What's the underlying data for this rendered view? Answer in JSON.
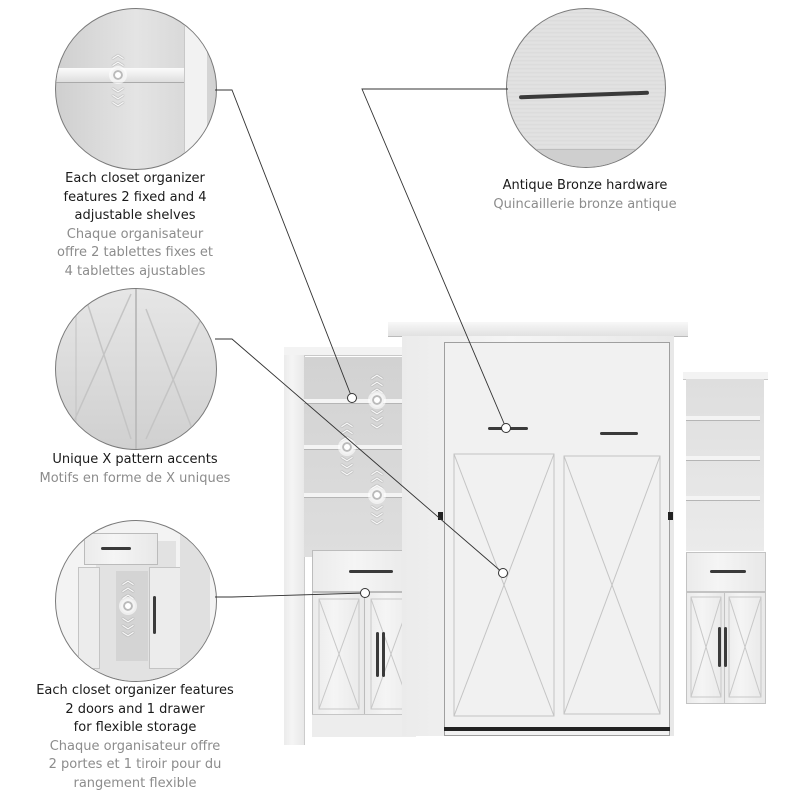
{
  "callouts": [
    {
      "id": "shelves",
      "en": [
        "Each closet organizer",
        "features 2 fixed and 4",
        "adjustable shelves"
      ],
      "fr": [
        "Chaque organisateur",
        "offre 2 tablettes fixes et",
        "4 tablettes ajustables"
      ]
    },
    {
      "id": "x-pattern",
      "en": [
        "Unique X pattern accents"
      ],
      "fr": [
        "Motifs en forme de X uniques"
      ]
    },
    {
      "id": "doors-drawer",
      "en": [
        "Each closet organizer features",
        "2 doors and 1 drawer",
        "for flexible storage"
      ],
      "fr": [
        "Chaque organisateur offre",
        "2 portes et 1 tiroir pour du",
        "rangement flexible"
      ]
    },
    {
      "id": "hardware",
      "en": [
        "Antique Bronze hardware"
      ],
      "fr": [
        "Quincaillerie bronze antique"
      ]
    }
  ],
  "colors": {
    "english_text": "#1a1a1a",
    "french_text": "#8c8c8c",
    "furniture_white": "#eeeeee",
    "hardware_bronze": "#3a3a3a",
    "leader_line": "#333333"
  }
}
